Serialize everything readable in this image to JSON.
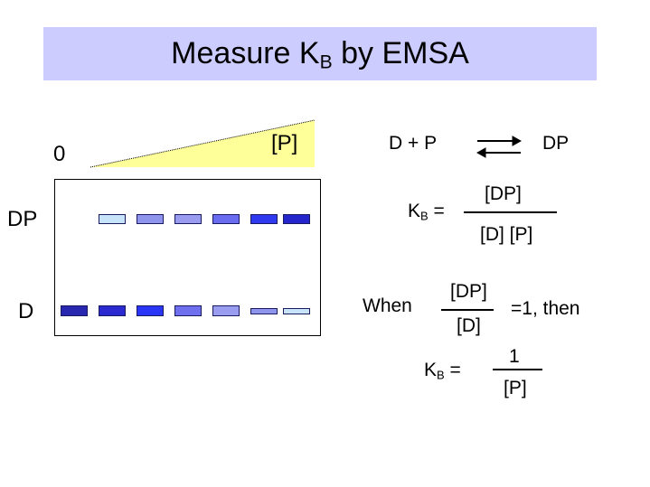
{
  "title": {
    "main": "Measure K",
    "sub": "B",
    "rest": " by EMSA"
  },
  "gel": {
    "zero_label": "0",
    "conc_label": "[P]",
    "dp_label": "DP",
    "d_label": "D",
    "colors": {
      "wedge": "#ffff99",
      "title_bar": "#ccccff"
    },
    "dp_bands": [
      "#c8e4fa",
      "#8f95ec",
      "#9a9cf0",
      "#6a6cf0",
      "#2f3af0",
      "#2525cc"
    ],
    "d_bands": [
      "#2727b0",
      "#2a2ad0",
      "#2a35f5",
      "#6f70ee",
      "#9a9cf0",
      "#8f95ec",
      "#c8e4fa"
    ]
  },
  "equilibrium": {
    "left": "D + P",
    "right": "DP"
  },
  "kb_formula": {
    "label": "K",
    "sub": "B",
    "eq": " =",
    "numerator": "[DP]",
    "denominator": "[D] [P]"
  },
  "when_formula": {
    "when": "When",
    "numerator": "[DP]",
    "denominator": "[D]",
    "tail": "=1, then"
  },
  "kb_result": {
    "label": "K",
    "sub": "B",
    "eq": " =",
    "numerator": "1",
    "denominator": "[P]"
  }
}
